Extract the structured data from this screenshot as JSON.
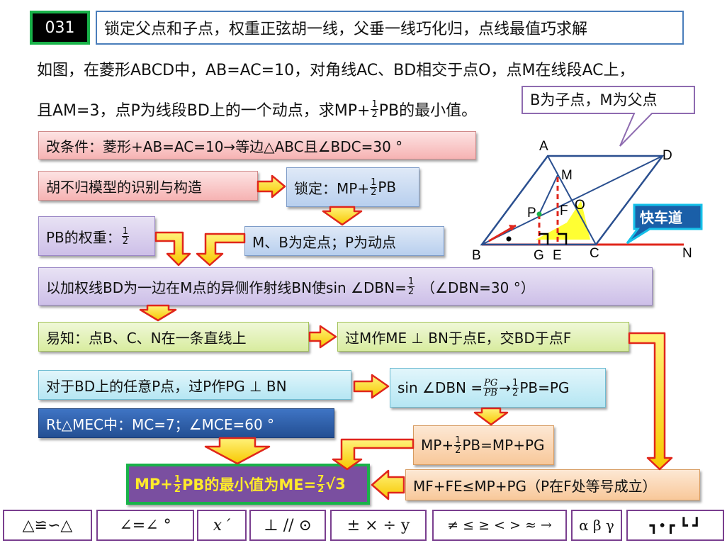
{
  "header": {
    "number": "031",
    "title": "锁定父点和子点，权重正弦胡一线，父垂一线巧化归，点线最值巧求解"
  },
  "problem": {
    "line1": "如图，在菱形ABCD中，AB=AC=10，对角线AC、BD相交于点O，点M在线段AC上，",
    "line2_a": "且AM=3，点P为线段BD上的一个动点，求MP+",
    "line2_b": "PB的最小值。"
  },
  "callout": "B为子点，M为父点",
  "frac_half": {
    "num": "1",
    "den": "2"
  },
  "frac_seven_half": {
    "num": "7",
    "den": "2"
  },
  "frac_pg_pb": {
    "num": "PG",
    "den": "PB"
  },
  "boxes": {
    "condition": "改条件：菱形+AB=AC=10→等边△ABC且∠BDC=30 °",
    "model": "胡不归模型的识别与构造",
    "lock_a": "锁定：MP+",
    "lock_b": "PB",
    "weight": "PB的权重：",
    "fixed": "M、B为定点；P为动点",
    "ray_a": "以加权线BD为一边在M点的异侧作射线BN使sin ∠DBN=",
    "ray_b": "（∠DBN=30 °）",
    "collinear": "易知：点B、C、N在一条直线上",
    "perp": "过M作ME ⊥ BN于点E，交BD于点F",
    "any_p": "对于BD上的任意P点，过P作PG ⊥ BN",
    "sin_a": "sin ∠DBN =",
    "sin_b": "→",
    "sin_c": "PB=PG",
    "rt": "Rt△MEC中：MC=7；∠MCE=60 °",
    "eq_a": "MP+",
    "eq_b": "PB=MP+PG",
    "ineq": "MF+FE≤MP+PG（P在F处等号成立）",
    "answer_a": "MP+",
    "answer_b": "PB的最小值为ME=",
    "answer_c": "√3"
  },
  "diagram": {
    "labels": {
      "A": "A",
      "B": "B",
      "C": "C",
      "D": "D",
      "M": "M",
      "P": "P",
      "F": "F",
      "O": "O",
      "G": "G",
      "E": "E",
      "N": "N"
    },
    "express": "快车道"
  },
  "toolbar": [
    "△≌∽△",
    "∠=∠ °",
    "x ′",
    "⊥ // ⊙",
    "± × ÷ y",
    "≠ ≤ ≥ < > ≈ →",
    "α β γ",
    "┓•┏ ┗ ┛"
  ]
}
